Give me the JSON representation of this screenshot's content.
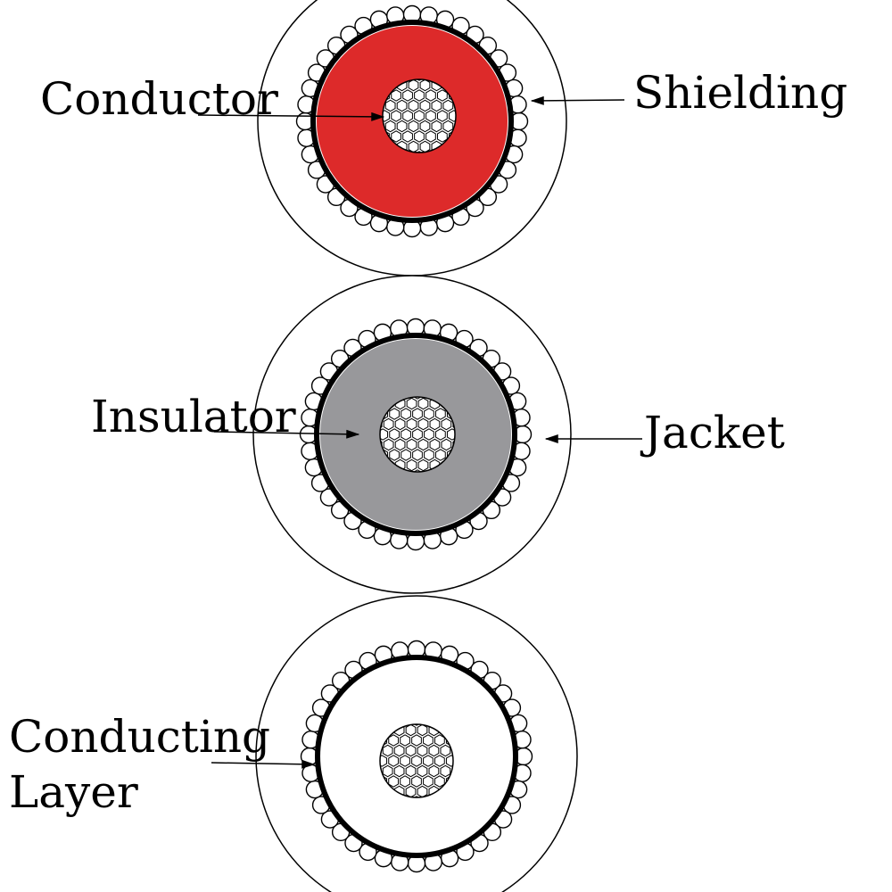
{
  "labels": {
    "conductor": "Conductor",
    "shielding": "Shielding",
    "insulator": "Insulator",
    "jacket": "Jacket",
    "conducting_line1": "Conducting",
    "conducting_line2": "Layer"
  },
  "colors": {
    "insulator_red": "#dd2a2a",
    "insulator_gray": "#98989b",
    "insulator_white": "#ffffff",
    "outline": "#000000",
    "background": "#ffffff"
  },
  "cables": [
    {
      "id": "cable-top",
      "insulator_color": "#dd2a2a"
    },
    {
      "id": "cable-middle",
      "insulator_color": "#98989b"
    },
    {
      "id": "cable-bottom",
      "insulator_color": "#ffffff"
    }
  ]
}
